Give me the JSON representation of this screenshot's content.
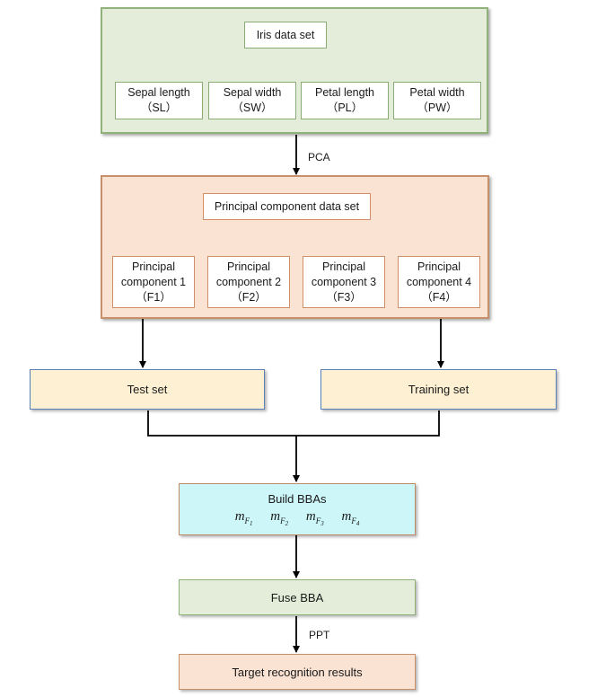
{
  "iris_panel": {
    "root": "Iris data set",
    "features": [
      {
        "name": "Sepal length",
        "abbr": "（SL）"
      },
      {
        "name": "Sepal width",
        "abbr": "（SW）"
      },
      {
        "name": "Petal length",
        "abbr": "（PL）"
      },
      {
        "name": "Petal width",
        "abbr": "（PW）"
      }
    ]
  },
  "edge_labels": {
    "pca": "PCA",
    "ppt": "PPT"
  },
  "pc_panel": {
    "root": "Principal component data set",
    "components": [
      {
        "line1": "Principal",
        "line2": "component 1",
        "line3": "（F1）"
      },
      {
        "line1": "Principal",
        "line2": "component 2",
        "line3": "（F2）"
      },
      {
        "line1": "Principal",
        "line2": "component 3",
        "line3": "（F3）"
      },
      {
        "line1": "Principal",
        "line2": "component 4",
        "line3": "（F4）"
      }
    ]
  },
  "sets": {
    "test": "Test set",
    "training": "Training set"
  },
  "build": {
    "label": "Build BBAs",
    "masses": [
      {
        "m": "m",
        "F": "F",
        "i": "1"
      },
      {
        "m": "m",
        "F": "F",
        "i": "2"
      },
      {
        "m": "m",
        "F": "F",
        "i": "3"
      },
      {
        "m": "m",
        "F": "F",
        "i": "4"
      }
    ]
  },
  "fuse": {
    "label": "Fuse BBA"
  },
  "target": {
    "label": "Target recognition results"
  }
}
